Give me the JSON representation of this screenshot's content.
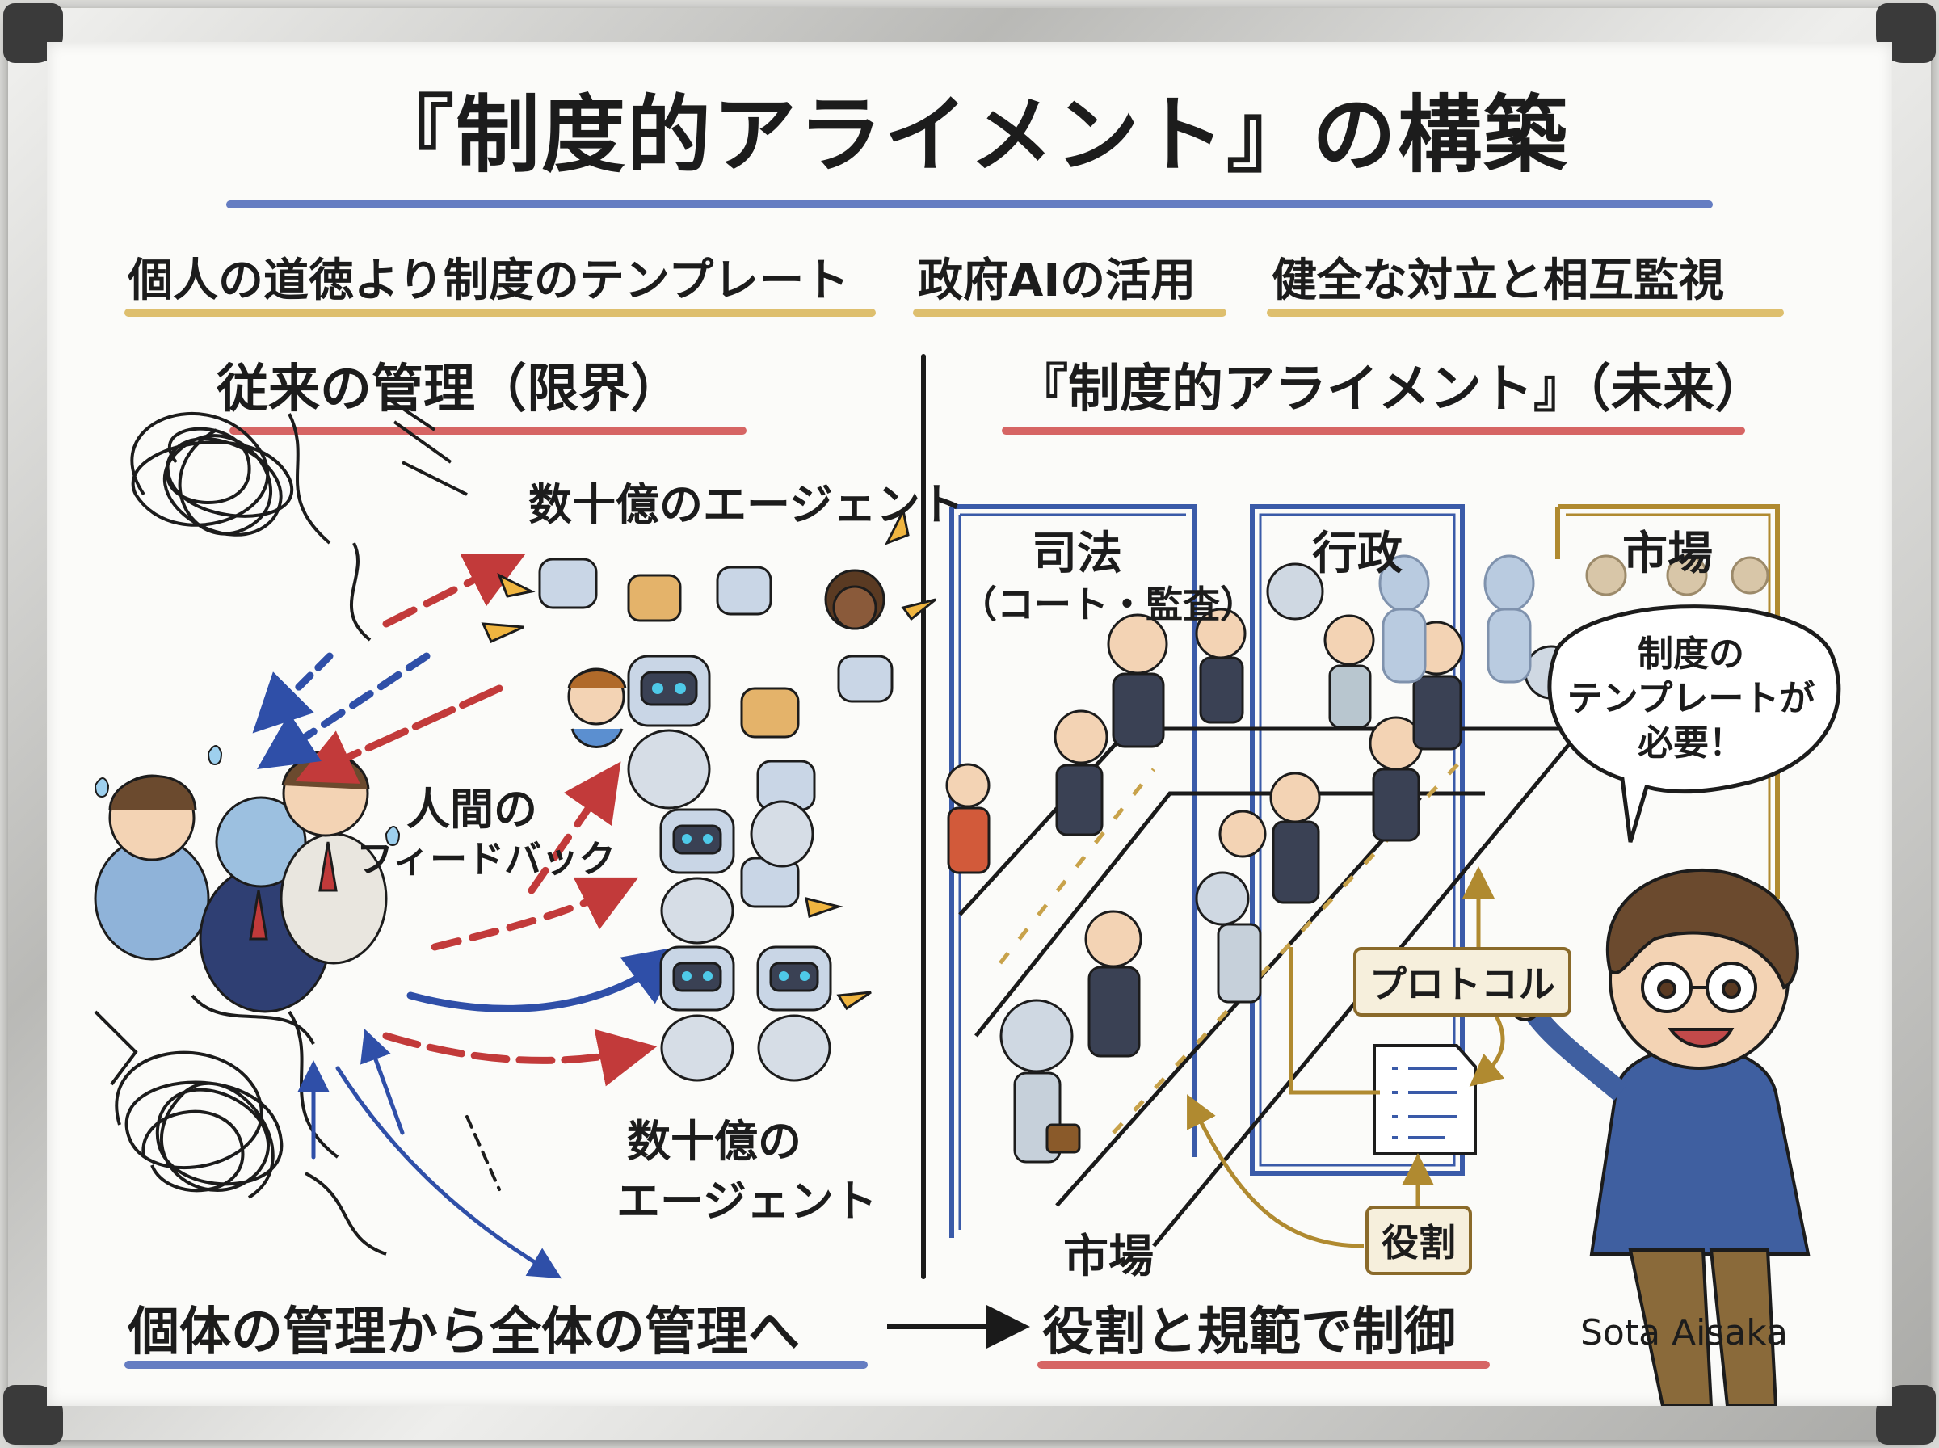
{
  "title": "『制度的アライメント』の構築",
  "subtitles": [
    "個人の道徳より制度のテンプレート",
    "政府AIの活用",
    "健全な対立と相互監視"
  ],
  "left": {
    "heading": "従来の管理（限界）",
    "agents_top": "数十億のエージェント",
    "feedback_line1": "人間の",
    "feedback_line2": "フィードバック",
    "agents_bottom_line1": "数十億の",
    "agents_bottom_line2": "エージェント"
  },
  "right": {
    "heading": "『制度的アライメント』（未来）",
    "judiciary": "司法",
    "judiciary_sub": "（コート・監査）",
    "administration": "行政",
    "market_top": "市場",
    "market_bottom": "市場",
    "protocol": "プロトコル",
    "role": "役割",
    "bubble_line1": "制度の",
    "bubble_line2": "テンプレートが",
    "bubble_line3": "必要！"
  },
  "footer": {
    "left": "個体の管理から全体の管理へ",
    "right": "役割と規範で制御"
  },
  "signature": "Sota Aisaka"
}
